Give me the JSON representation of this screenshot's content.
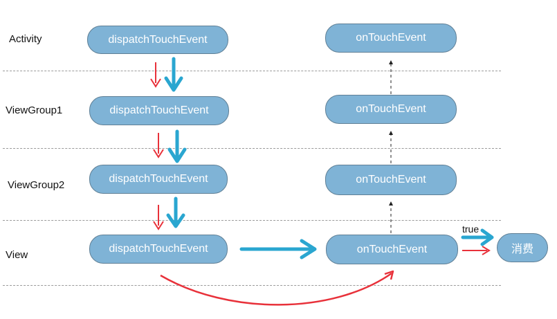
{
  "rows": [
    {
      "label": "Activity"
    },
    {
      "label": "ViewGroup1"
    },
    {
      "label": "ViewGroup2"
    },
    {
      "label": "View"
    }
  ],
  "dispatch_nodes": [
    {
      "label": "dispatchTouchEvent"
    },
    {
      "label": "dispatchTouchEvent"
    },
    {
      "label": "dispatchTouchEvent"
    },
    {
      "label": "dispatchTouchEvent"
    }
  ],
  "touch_nodes": [
    {
      "label": "onTouchEvent"
    },
    {
      "label": "onTouchEvent"
    },
    {
      "label": "onTouchEvent"
    },
    {
      "label": "onTouchEvent"
    }
  ],
  "consume_node": {
    "label": "消费"
  },
  "true_label": "true",
  "colors": {
    "node_fill": "#7fb3d6",
    "node_border": "#5f7f95",
    "red_arrow": "#e8313a",
    "blue_arrow": "#2aa6d0",
    "dashed_arrow": "#222222",
    "divider": "#9a9a9a"
  }
}
